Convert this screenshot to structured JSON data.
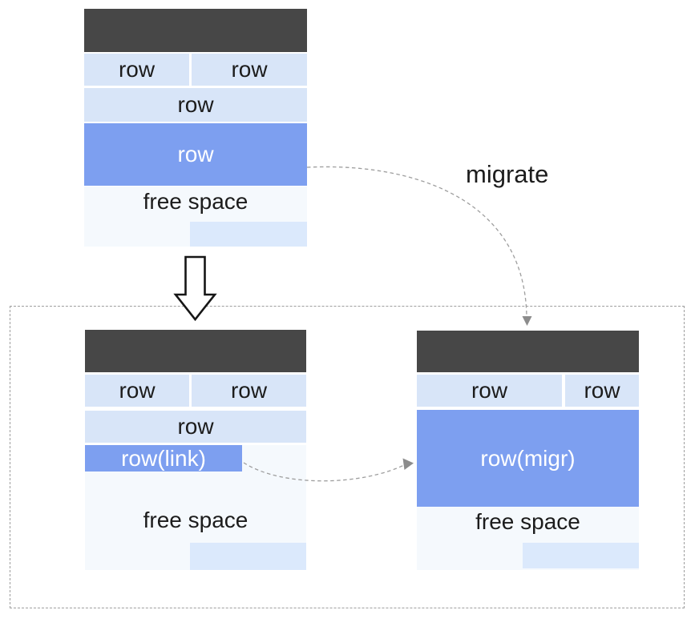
{
  "labels": {
    "migrate": "migrate"
  },
  "page_original": {
    "row_a": "row",
    "row_b": "row",
    "row_full": "row",
    "row_highlight": "row",
    "free_space": "free space"
  },
  "page_after_left": {
    "row_a": "row",
    "row_b": "row",
    "row_full": "row",
    "row_link": "row(link)",
    "free_space": "free space"
  },
  "page_after_right": {
    "row_a": "row",
    "row_b": "row",
    "row_migr": "row(migr)",
    "free_space": "free space"
  },
  "icons": {
    "down_arrow": "hollow-down-arrow-icon",
    "migrate_arrow": "dashed-curved-arrow-icon",
    "link_arrow": "dashed-curved-arrow-icon"
  },
  "colors": {
    "header": "#474747",
    "row-light": "#d8e5f8",
    "row-accent": "#7d9ff0",
    "free": "#f5f9fd",
    "block": "#dbe9fc",
    "dash": "#9e9e9e",
    "dash-arrow": "#8c8c8c",
    "arrow-outline": "#161616",
    "text": "#1c1c1c",
    "text-inv": "#ffffff"
  }
}
